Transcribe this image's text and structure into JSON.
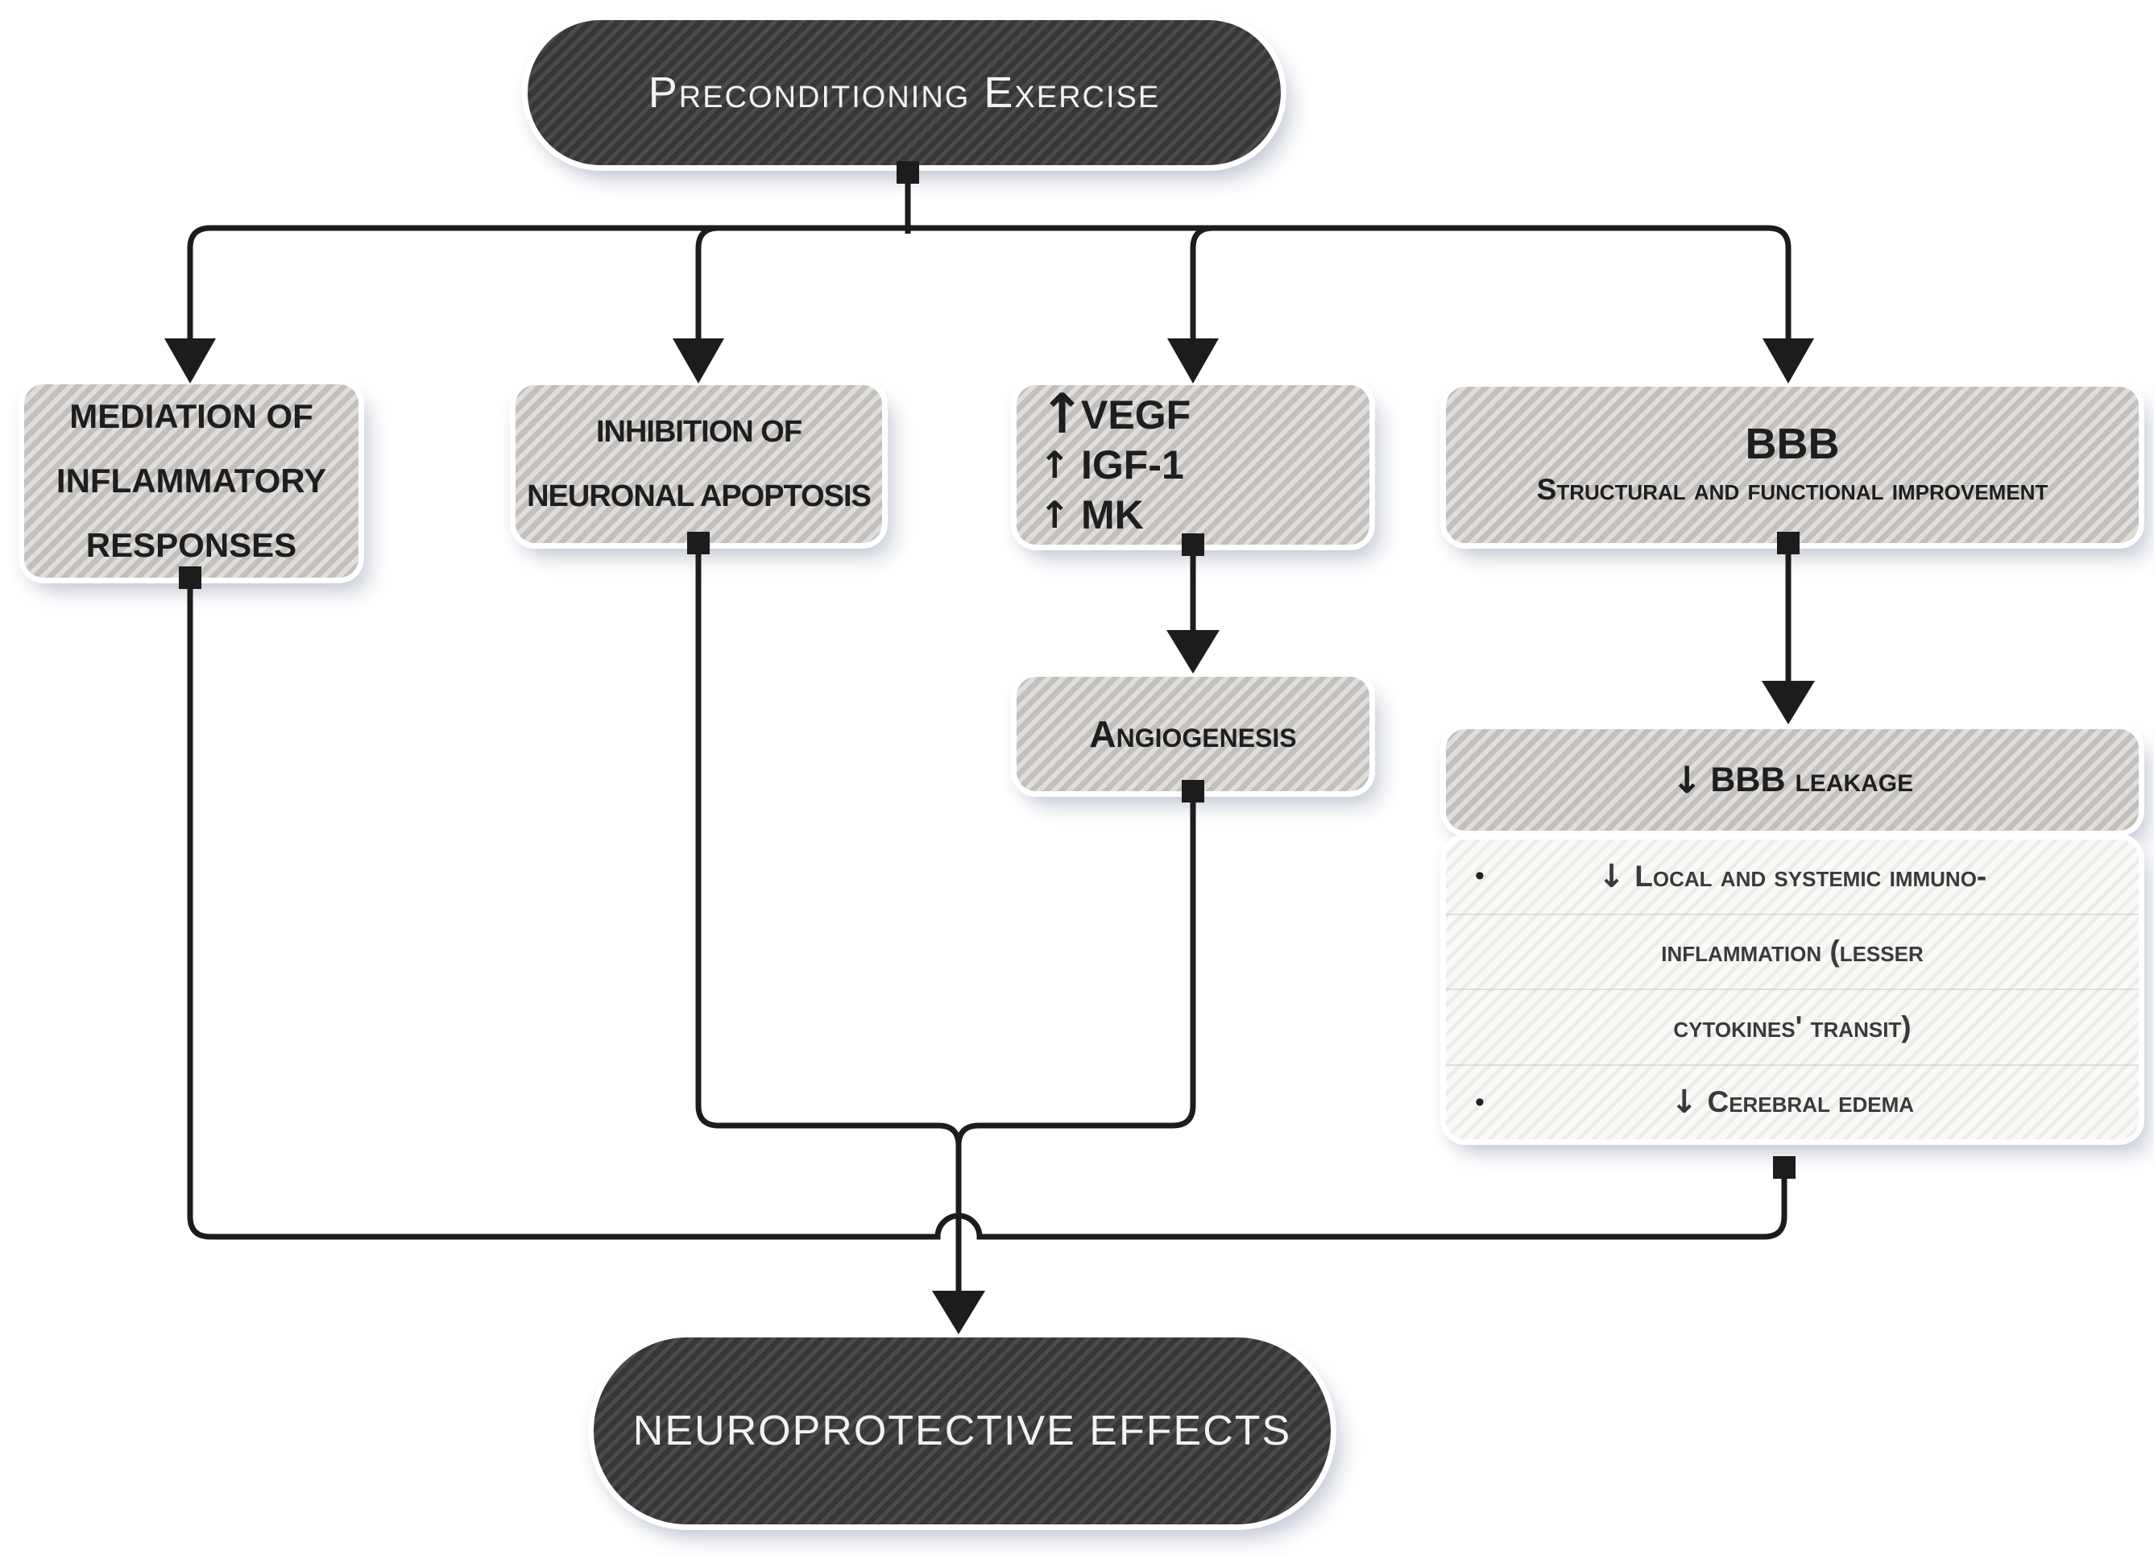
{
  "nodes": {
    "root": {
      "label": "Preconditioning Exercise"
    },
    "mediation": {
      "lines": [
        "MEDIATION OF",
        "INFLAMMATORY",
        "RESPONSES"
      ]
    },
    "inhibition": {
      "lines": [
        "INHIBITION OF",
        "NEURONAL APOPTOSIS"
      ]
    },
    "factors": {
      "items": [
        {
          "arrow": "↑",
          "label": "VEGF"
        },
        {
          "arrow": "↑",
          "label": "IGF-1"
        },
        {
          "arrow": "↑",
          "label": "MK"
        }
      ]
    },
    "bbb": {
      "title": "BBB",
      "subtitle": "Structural and functional improvement"
    },
    "angiogenesis": {
      "label": "Angiogenesis"
    },
    "bbb_leakage": {
      "arrow": "↓",
      "label": "BBB leakage"
    },
    "bbb_effects": {
      "items": [
        {
          "bullet": "•",
          "arrow": "↓",
          "lines": [
            "Local and systemic immuno-",
            "inflammation (lesser",
            "cytokines' transit)"
          ]
        },
        {
          "bullet": "•",
          "arrow": "↓",
          "lines": [
            "Cerebral edema"
          ]
        }
      ]
    },
    "outcome": {
      "label": "NEUROPROTECTIVE EFFECTS"
    }
  },
  "colors": {
    "node_dark": "#434041",
    "node_gray": "#c9c6c3",
    "node_light": "#fbfaf8",
    "connector": "#1c1c1c",
    "text_on_dark": "#f3f2f0",
    "text_on_gray": "#1e1e1e"
  }
}
